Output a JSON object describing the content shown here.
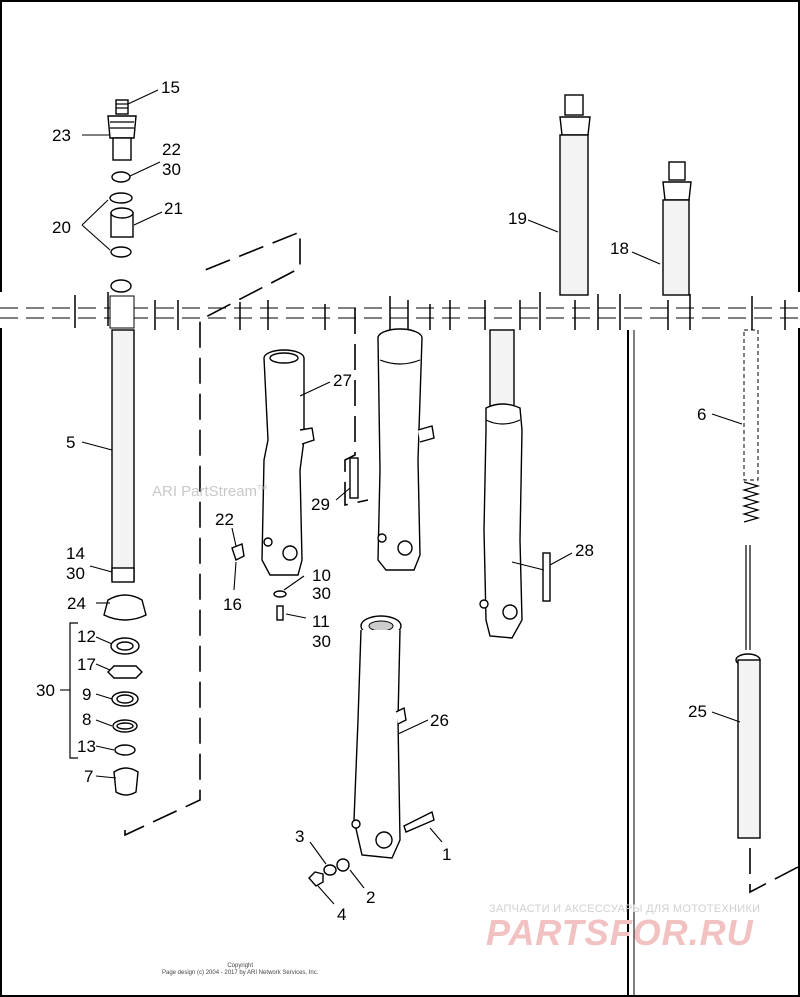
{
  "watermark": {
    "text": "ARI PartStream",
    "tm": "TM"
  },
  "copyright": {
    "line1": "Copyright",
    "line2": "Page design (c) 2004 - 2017 by ARI Network Services, Inc."
  },
  "brand": {
    "tagline": "ЗАПЧАСТИ И АКСЕССУАРЫ ДЛЯ МОТОТЕХНИКИ",
    "name": "PARTSFOR.RU"
  },
  "callouts": {
    "c15": "15",
    "c23": "23",
    "c22a": "22",
    "c30a": "30",
    "c21": "21",
    "c20": "20",
    "c5": "5",
    "c14": "14",
    "c30b": "30",
    "c24": "24",
    "c12": "12",
    "c17": "17",
    "c30c": "30",
    "c9": "9",
    "c8": "8",
    "c13": "13",
    "c7": "7",
    "c27": "27",
    "c29": "29",
    "c22b": "22",
    "c16": "16",
    "c10": "10",
    "c30d": "30",
    "c11": "11",
    "c30e": "30",
    "c28": "28",
    "c26": "26",
    "c1": "1",
    "c3": "3",
    "c2": "2",
    "c4": "4",
    "c19": "19",
    "c18": "18",
    "c6": "6",
    "c25": "25"
  }
}
